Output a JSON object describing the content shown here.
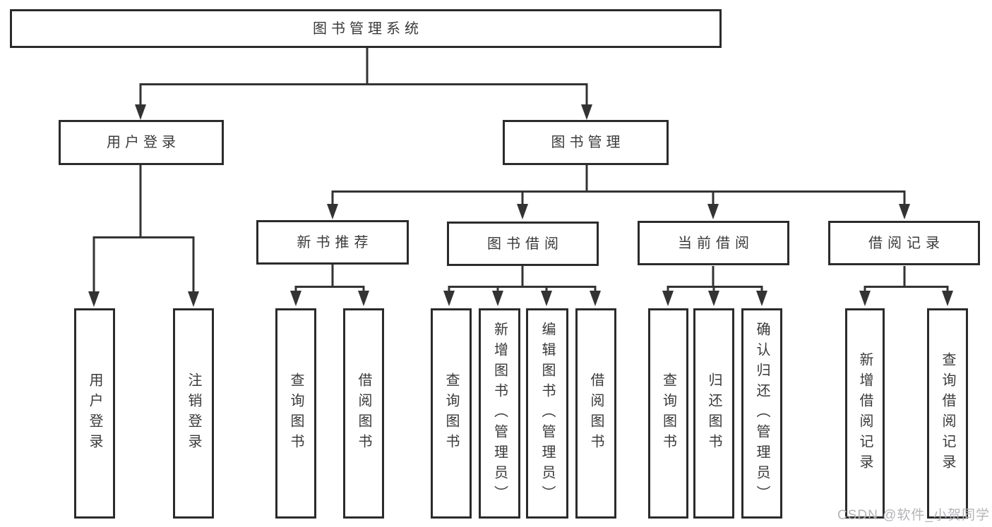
{
  "tree": {
    "label": "图书管理系统",
    "children": [
      {
        "label": "用户登录",
        "children": [
          {
            "label": "用户登录"
          },
          {
            "label": "注销登录"
          }
        ]
      },
      {
        "label": "图书管理",
        "children": [
          {
            "label": "新书推荐",
            "children": [
              {
                "label": "查询图书"
              },
              {
                "label": "借阅图书"
              }
            ]
          },
          {
            "label": "图书借阅",
            "children": [
              {
                "label": "查询图书"
              },
              {
                "label": "新增图书（管理员）"
              },
              {
                "label": "编辑图书（管理员）"
              },
              {
                "label": "借阅图书"
              }
            ]
          },
          {
            "label": "当前借阅",
            "children": [
              {
                "label": "查询图书"
              },
              {
                "label": "归还图书"
              },
              {
                "label": "确认归还（管理员）"
              }
            ]
          },
          {
            "label": "借阅记录",
            "children": [
              {
                "label": "新增借阅记录"
              },
              {
                "label": "查询借阅记录"
              }
            ]
          }
        ]
      }
    ]
  },
  "watermark": {
    "text": "CSDN @软件_小贺同学"
  },
  "colors": {
    "background": "#ffffff",
    "box_border": "#2b2b2b",
    "line": "#333333",
    "text": "#3a3a3a",
    "watermark": "#b5b3b9"
  }
}
